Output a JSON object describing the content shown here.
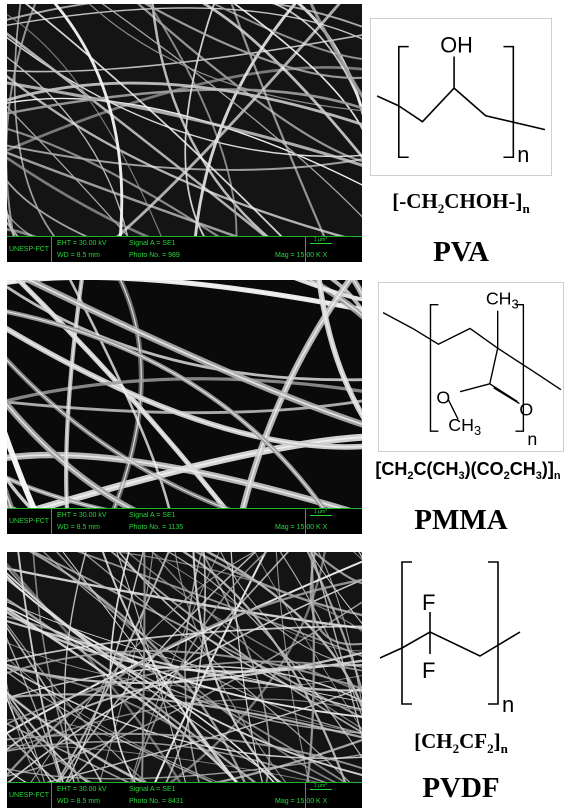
{
  "panels": [
    {
      "sem": {
        "institution": "UNESP-FCT",
        "eht": "EHT = 30.00 kV",
        "signal": "Signal A = SE1",
        "wd": "WD =  8.5 mm",
        "photo": "Photo No. = 989",
        "scale": "1 µm*",
        "mag": "Mag =  15.00 K X"
      },
      "structure": {
        "substituent_label": "OH",
        "repeat_label": "n"
      },
      "formula": {
        "pre": "[-CH",
        "sub1": "2",
        "mid": "CHOH-]",
        "sub2": "n"
      },
      "name": "PVA"
    },
    {
      "sem": {
        "institution": "UNESP-FCT",
        "eht": "EHT = 30.00 kV",
        "signal": "Signal A = SE1",
        "wd": "WD =  8.5 mm",
        "photo": "Photo No. = 1135",
        "scale": "1 µm*",
        "mag": "Mag =  15.00 K X"
      },
      "structure": {
        "methyl_label": "CH",
        "methyl_sub": "3",
        "ester_o": "O",
        "carbonyl_o": "O",
        "methoxy_label": "CH",
        "methoxy_sub": "3",
        "repeat_label": "n"
      },
      "formula": {
        "a": "[CH",
        "a_sub": "2",
        "b": "C(CH",
        "b_sub": "3",
        "c": ")(CO",
        "c_sub": "2",
        "d": "CH",
        "d_sub": "3",
        "e": ")]",
        "e_sub": "n"
      },
      "name": "PMMA"
    },
    {
      "sem": {
        "institution": "UNESP-FCT",
        "eht": "EHT = 30.00 kV",
        "signal": "Signal A = SE1",
        "wd": "WD =  8.5 mm",
        "photo": "Photo No. = 8431",
        "scale": "1 µm*",
        "mag": "Mag =  15.00 K X"
      },
      "structure": {
        "f_top": "F",
        "f_bottom": "F",
        "repeat_label": "n"
      },
      "formula": {
        "pre": "[CH",
        "sub1": "2",
        "mid": "CF",
        "sub2": "2",
        "post": "]",
        "sub3": "n"
      },
      "name": "PVDF"
    }
  ]
}
